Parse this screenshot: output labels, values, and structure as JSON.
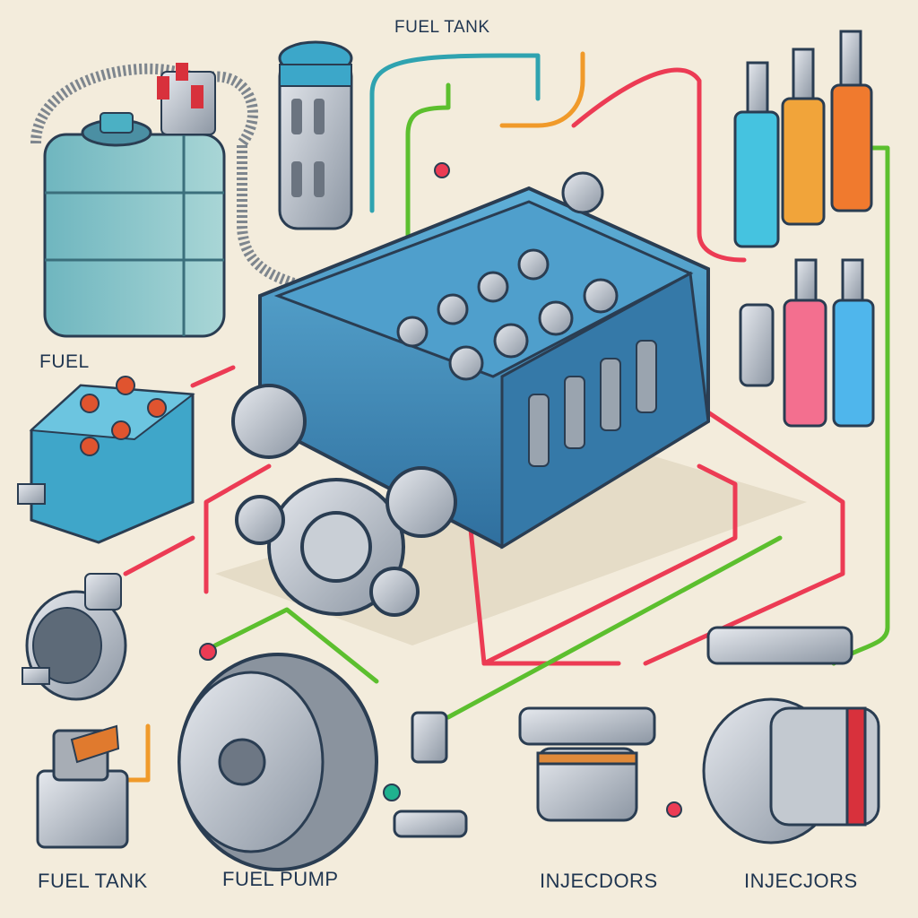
{
  "labels": {
    "top_fuel_tank": "FUEL TANK",
    "fuel": "FUEL",
    "bottom_fuel_tank": "FUEL TANK",
    "bottom_fuel_pump": "FUEL PUMP",
    "bottom_injecdors": "INJECDORS",
    "bottom_injecjors": "INJECJORS"
  },
  "colors": {
    "background": "#f3ecdc",
    "engine_blue": "#3e8fc0",
    "line_red": "#ec3b54",
    "line_green": "#5cbf2e",
    "line_orange": "#f09a2a",
    "line_teal": "#2fa3b0",
    "outline": "#2a3d52"
  }
}
